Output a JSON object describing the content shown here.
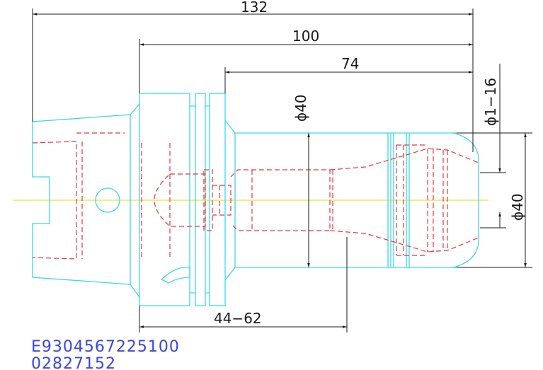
{
  "drawing": {
    "dimensions": {
      "overall_length": "132",
      "body_length": "100",
      "nose_length": "74",
      "clamping_range": "44−62",
      "shank_diameter": "ϕ40",
      "nose_diameter": "ϕ40",
      "collet_range": "ϕ1−16"
    },
    "codes": {
      "line1": "E9304567225100",
      "line2": "02827152"
    }
  },
  "colors": {
    "outline": "#3fd6e6",
    "hidden": "#e8343a",
    "centerline": "#e8e23a",
    "dimension": "#1a1a1a",
    "code_text": "#3b45e0"
  }
}
